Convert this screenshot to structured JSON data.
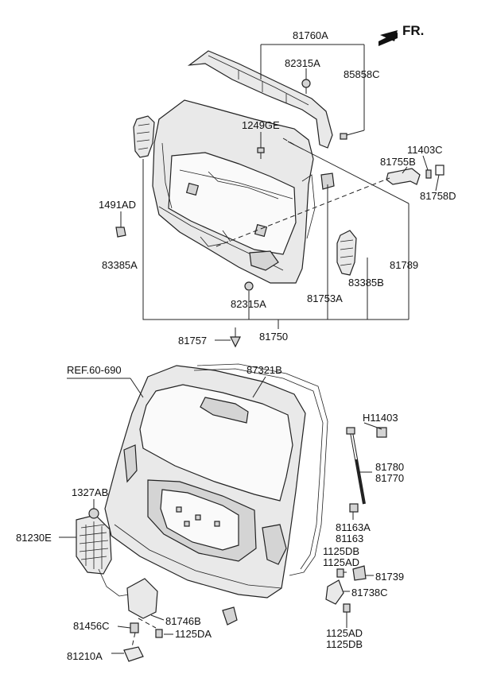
{
  "direction_label": "FR.",
  "reference_label": "REF.60-690",
  "labels": {
    "p81760A": "81760A",
    "p82315A_top": "82315A",
    "p85858C": "85858C",
    "p1249GE": "1249GE",
    "p11403C": "11403C",
    "p81755B": "81755B",
    "p81758D": "81758D",
    "p1491AD": "1491AD",
    "p83385A": "83385A",
    "p81789": "81789",
    "p83385B": "83385B",
    "p82315A_bottom": "82315A",
    "p81753A": "81753A",
    "p81757": "81757",
    "p81750": "81750",
    "p87321B": "87321B",
    "pH11403": "H11403",
    "p81780": "81780",
    "p81770": "81770",
    "p1327AB": "1327AB",
    "p81230E": "81230E",
    "p81163A": "81163A",
    "p81163": "81163",
    "p1125DB_top": "1125DB",
    "p1125AD_top": "1125AD",
    "p81739": "81739",
    "p81738C": "81738C",
    "p81456C": "81456C",
    "p81746B": "81746B",
    "p1125DA": "1125DA",
    "p1125AD_bottom": "1125AD",
    "p1125DB_bottom": "1125DB",
    "p81210A": "81210A"
  }
}
